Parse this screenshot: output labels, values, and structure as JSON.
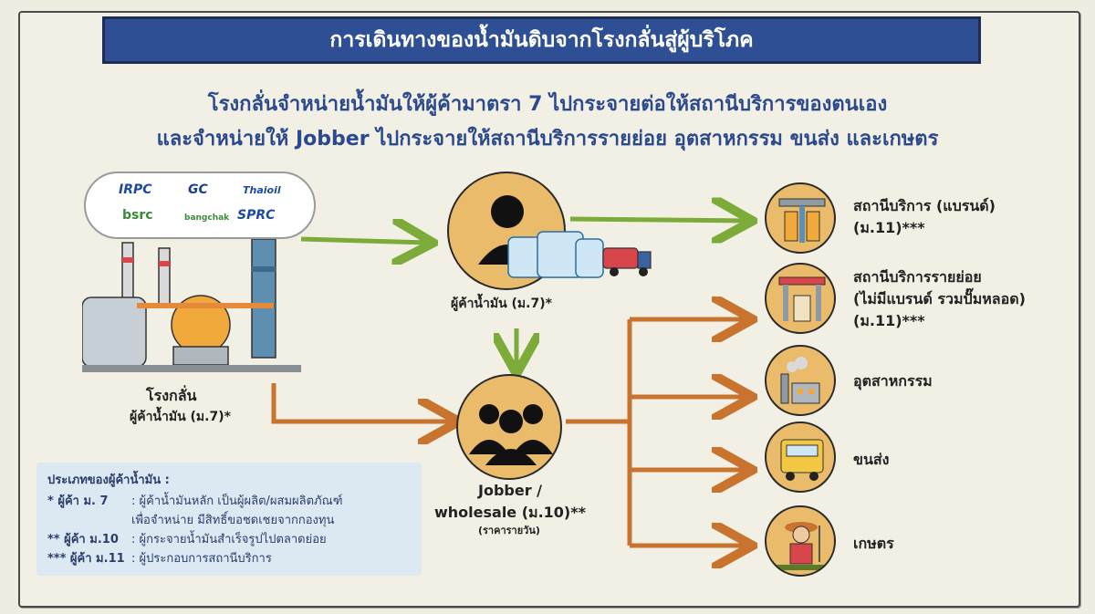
{
  "title": "การเดินทางของน้ำมันดิบจากโรงกลั่นสู่ผู้บริโภค",
  "subtitle_line1": "โรงกลั่นจำหน่ายน้ำมันให้ผู้ค้ามาตรา 7 ไปกระจายต่อให้สถานีบริการของตนเอง",
  "subtitle_line2": "และจำหน่ายให้ Jobber ไปกระจายให้สถานีบริการรายย่อย อุตสาหกรรม ขนส่ง และเกษตร",
  "logos": {
    "irpc": "IRPC",
    "gc": "GC",
    "thaioil": "Thaioil",
    "bsrc": "bsrc",
    "bangchak": "bangchak",
    "sprc": "SPRC"
  },
  "refinery": {
    "name": "โรงกลั่น",
    "role": "ผู้ค้าน้ำมัน (ม.7)*"
  },
  "trader": {
    "label": "ผู้ค้าน้ำมัน (ม.7)*"
  },
  "jobber": {
    "line1": "Jobber /",
    "line2": "wholesale (ม.10)**",
    "note": "(ราคารายวัน)"
  },
  "destinations": {
    "brand_station": {
      "line1": "สถานีบริการ (แบรนด์)",
      "line2": "(ม.11)***"
    },
    "small_station": {
      "line1": "สถานีบริการรายย่อย",
      "line2": "(ไม่มีแบรนด์ รวมปั๊มหลอด)",
      "line3": "(ม.11)***"
    },
    "industry": "อุตสาหกรรม",
    "transport": "ขนส่ง",
    "agriculture": "เกษตร"
  },
  "legend": {
    "heading": "ประเภทของผู้ค้าน้ำมัน :",
    "r1_key": "* ผู้ค้า ม. 7",
    "r1_val1": ": ผู้ค้าน้ำมันหลัก เป็นผู้ผลิต/ผสมผลิตภัณฑ์",
    "r1_val2": "เพื่อจำหน่าย  มีสิทธิ์ขอชดเชยจากกองทุน",
    "r2_key": "** ผู้ค้า ม.10",
    "r2_val": ": ผู้กระจายน้ำมันสำเร็จรูปไปตลาดย่อย",
    "r3_key": "*** ผู้ค้า ม.11",
    "r3_val": ": ผู้ประกอบการสถานีบริการ"
  },
  "colors": {
    "banner": "#2e4f93",
    "subtitle_text": "#2b4a8e",
    "green_arrow": "#7cab3a",
    "orange_arrow": "#c8742e",
    "circle_fill": "#e9bb6b",
    "legend_bg": "#dde9f2"
  }
}
